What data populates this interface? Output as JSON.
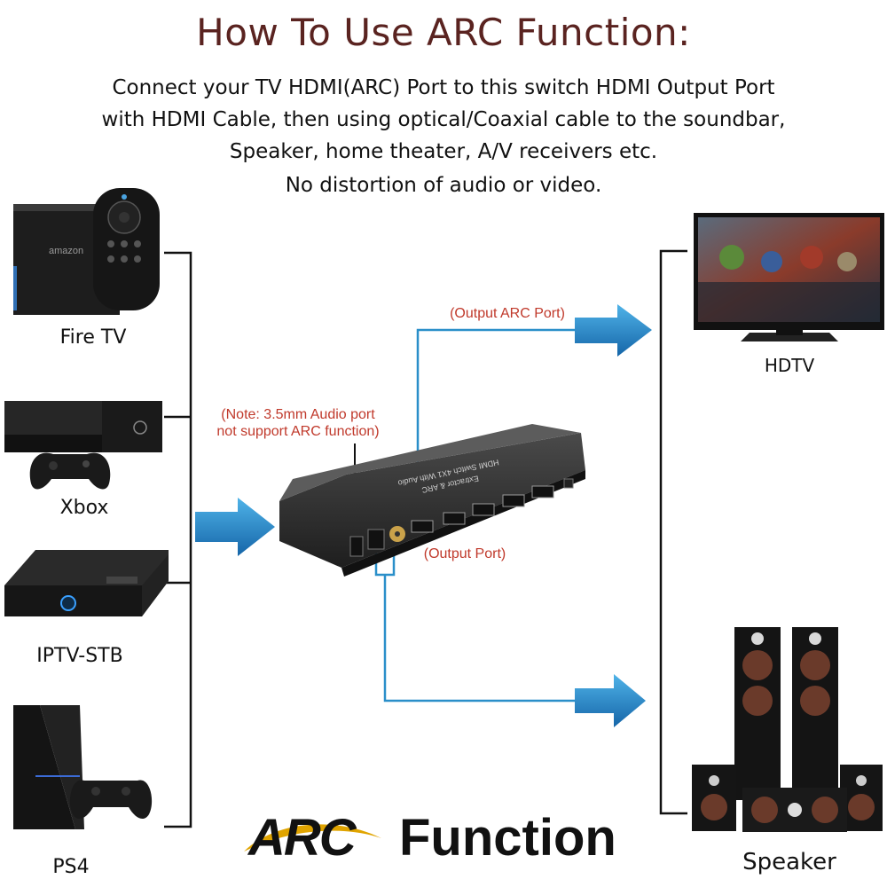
{
  "title": "How To Use ARC Function:",
  "description": {
    "line1": "Connect your TV HDMI(ARC) Port to this switch HDMI Output Port",
    "line2": "with HDMI Cable, then using optical/Coaxial cable to the soundbar,",
    "line3": "Speaker, home theater, A/V receivers etc.",
    "line4": "No distortion of audio or video."
  },
  "sources": [
    {
      "label": "Fire TV",
      "brand": "amazon"
    },
    {
      "label": "Xbox"
    },
    {
      "label": "IPTV-STB"
    },
    {
      "label": "PS4"
    }
  ],
  "outputs": {
    "tv_label": "HDTV",
    "speaker_label": "Speaker"
  },
  "annotations": {
    "output_arc_port": "(Output ARC Port)",
    "note_line1": "(Note: 3.5mm Audio port",
    "note_line2": "not support ARC function)",
    "output_port": "(Output Port)"
  },
  "switch": {
    "label_line1": "HDMI Switch 4X1 With Audio",
    "label_line2": "Extractor & ARC"
  },
  "logo": {
    "arc": "ARC",
    "function": "Function"
  },
  "colors": {
    "title": "#5a2320",
    "note": "#c0392b",
    "connector_blue": "#2a8fc9",
    "arrow_blue": "#1f86c8",
    "logo_gold": "#e0a400"
  }
}
